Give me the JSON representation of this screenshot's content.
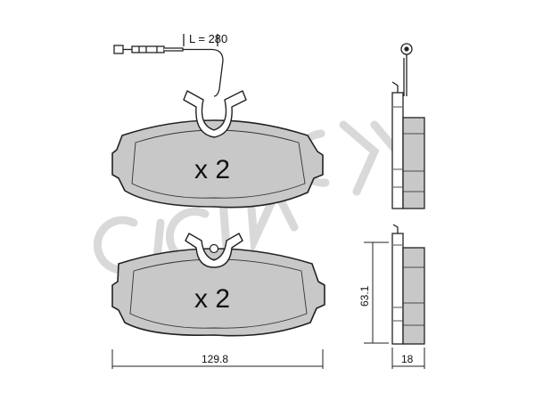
{
  "watermark": {
    "text": "CIFAM",
    "color": "#d9d9d9"
  },
  "colors": {
    "pad_fill": "#c8c8c8",
    "outline": "#222222",
    "background": "#ffffff"
  },
  "wear_sensor": {
    "label": "L = 280"
  },
  "upper_pad": {
    "quantity_label": "x 2"
  },
  "lower_pad": {
    "quantity_label": "x 2"
  },
  "dimensions": {
    "width": "129.8",
    "height": "63.1",
    "thickness": "18"
  }
}
